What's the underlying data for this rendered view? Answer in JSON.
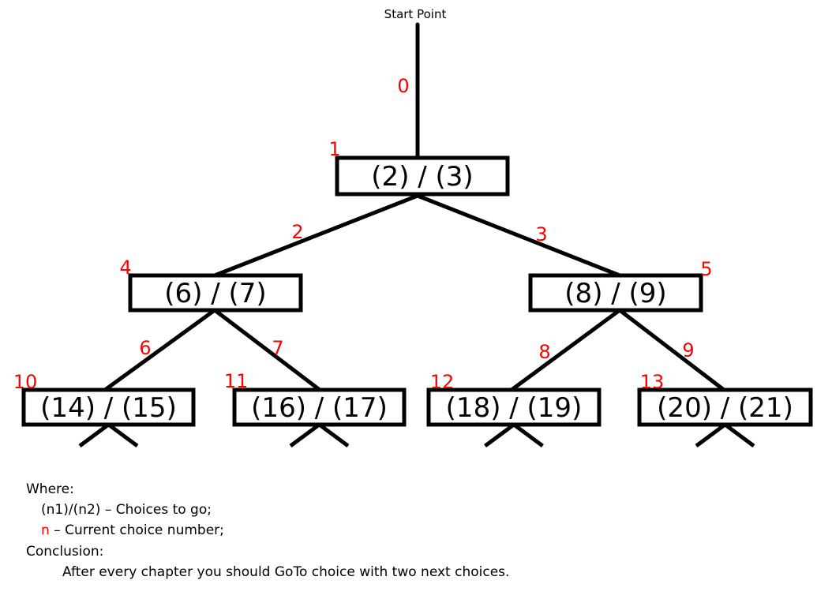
{
  "diagram": {
    "start_label": "Start Point",
    "nodes": [
      {
        "id": "n1",
        "choice": "1",
        "text": "(2) / (3)"
      },
      {
        "id": "n4",
        "choice": "4",
        "text": "(6) / (7)"
      },
      {
        "id": "n5",
        "choice": "5",
        "text": "(8) / (9)"
      },
      {
        "id": "n10",
        "choice": "10",
        "text": "(14) / (15)"
      },
      {
        "id": "n11",
        "choice": "11",
        "text": "(16) / (17)"
      },
      {
        "id": "n12",
        "choice": "12",
        "text": "(18) / (19)"
      },
      {
        "id": "n13",
        "choice": "13",
        "text": "(20) / (21)"
      }
    ],
    "edges": [
      {
        "from": "start",
        "to": "n1",
        "label": "0"
      },
      {
        "from": "n1",
        "to": "n4",
        "label": "2"
      },
      {
        "from": "n1",
        "to": "n5",
        "label": "3"
      },
      {
        "from": "n4",
        "to": "n10",
        "label": "6"
      },
      {
        "from": "n4",
        "to": "n11",
        "label": "7"
      },
      {
        "from": "n5",
        "to": "n12",
        "label": "8"
      },
      {
        "from": "n5",
        "to": "n13",
        "label": "9"
      }
    ],
    "colors": {
      "line": "#000000",
      "number": "#ff0000",
      "box_fill": "#ffffff"
    }
  },
  "legend": {
    "where": "Where:",
    "choices_symbol": "(n1)/(n2)",
    "choices_text": " – Choices to go;",
    "current_symbol": "n",
    "current_text": " – Current choice number;",
    "conclusion": "Conclusion:",
    "conclusion_text": "After every chapter you should GoTo choice with two next choices."
  }
}
